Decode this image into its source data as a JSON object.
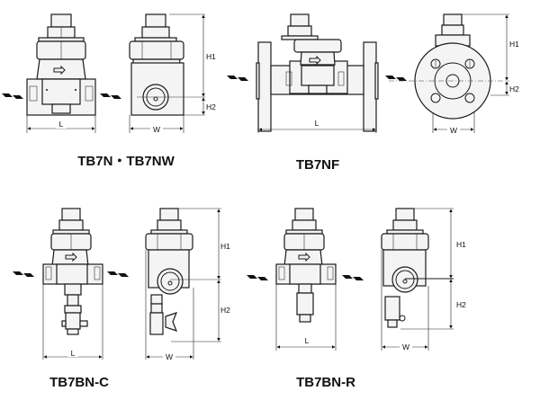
{
  "diagram": {
    "subject": "Steam trap dimensional drawings",
    "models": [
      {
        "id": "tb7n",
        "title": "TB7N・TB7NW",
        "dims": {
          "length": "L",
          "width": "W",
          "height_upper": "H1",
          "height_lower": "H2"
        }
      },
      {
        "id": "tb7nf",
        "title": "TB7NF",
        "dims": {
          "length": "L",
          "width": "W",
          "height_upper": "H1",
          "height_lower": "H2"
        }
      },
      {
        "id": "tb7bn-c",
        "title": "TB7BN-C",
        "dims": {
          "length": "L",
          "width": "W",
          "height_upper": "H1",
          "height_lower": "H2"
        }
      },
      {
        "id": "tb7bn-r",
        "title": "TB7BN-R",
        "dims": {
          "length": "L",
          "width": "W",
          "height_upper": "H1",
          "height_lower": "H2"
        }
      }
    ],
    "icons": {
      "flow_direction": "flow-direction-arrow",
      "body_flow": "flow-arrow-outline"
    }
  }
}
